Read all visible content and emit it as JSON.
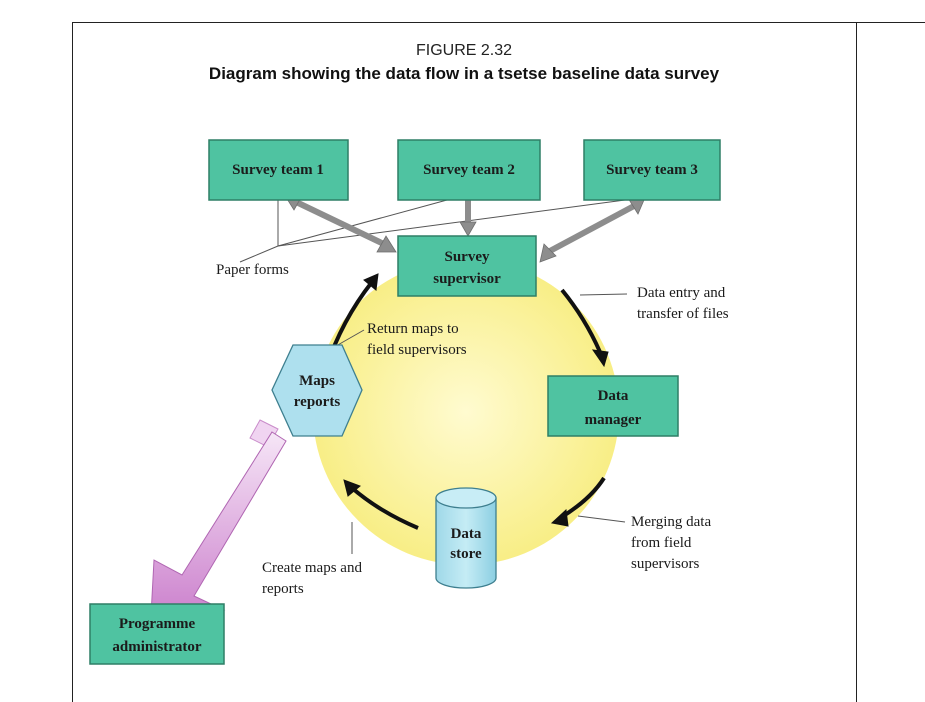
{
  "figure": {
    "label": "FIGURE 2.32",
    "title": "Diagram showing the data flow in a tsetse baseline data survey"
  },
  "nodes": {
    "survey_team_1": "Survey team 1",
    "survey_team_2": "Survey team 2",
    "survey_team_3": "Survey team 3",
    "survey_supervisor": [
      "Survey",
      "supervisor"
    ],
    "data_manager": [
      "Data",
      "manager"
    ],
    "data_store": [
      "Data",
      "store"
    ],
    "maps_reports": [
      "Maps",
      "reports"
    ],
    "programme_administrator": [
      "Programme",
      "administrator"
    ]
  },
  "annotations": {
    "paper_forms": "Paper forms",
    "data_entry": [
      "Data entry and",
      "transfer of files"
    ],
    "return_maps": [
      "Return maps to",
      "field supervisors"
    ],
    "merging_data": [
      "Merging data",
      "from field",
      "supervisors"
    ],
    "create_maps": [
      "Create maps and",
      "reports"
    ]
  },
  "colors": {
    "box_fill": "#4fc3a1",
    "cycle_fill": "#fbf49a",
    "cylinder_fill": "#aee0ee",
    "hexagon_fill": "#aee0ee",
    "big_arrow_fill": "#d58fd6",
    "connector_gray": "#8d8d8d"
  }
}
